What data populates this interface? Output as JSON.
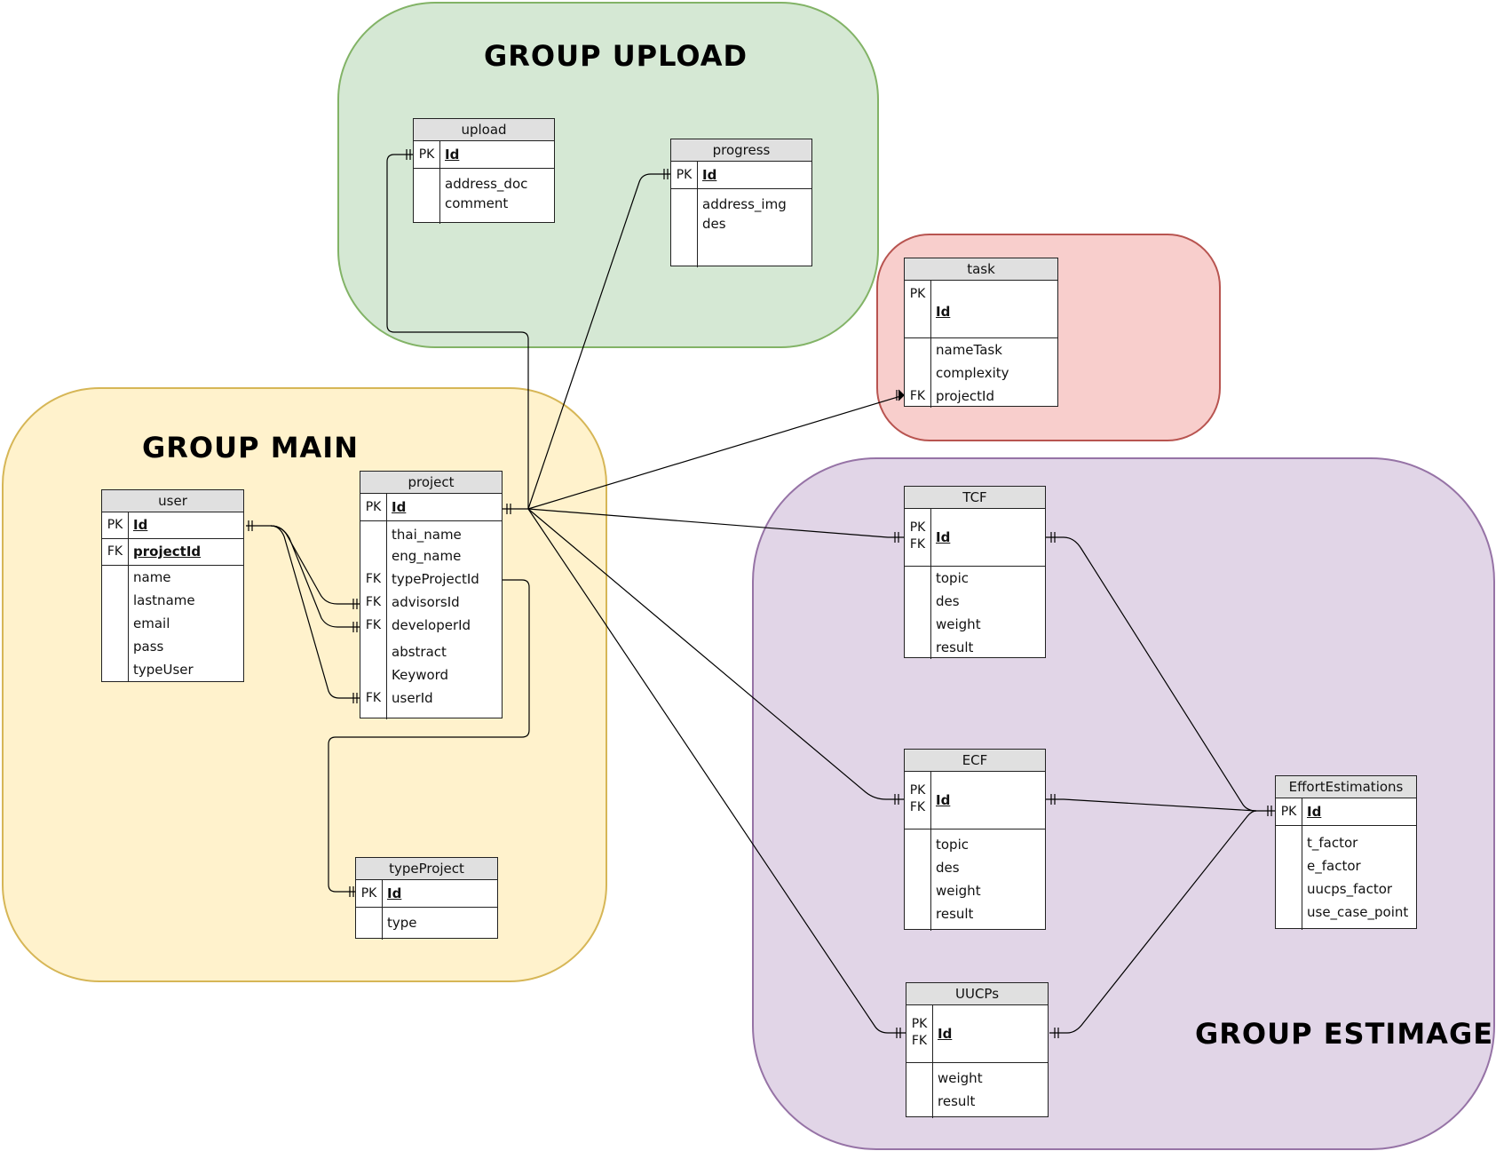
{
  "groups": {
    "upload": {
      "title": "GROUP UPLOAD",
      "fill": "#d5e8d4",
      "stroke": "#82b366"
    },
    "main": {
      "title": "GROUP MAIN",
      "fill": "#fff2cc",
      "stroke": "#d6b656"
    },
    "task": {
      "title": "",
      "fill": "#f8cecc",
      "stroke": "#b85450"
    },
    "estimage": {
      "title": "GROUP ESTIMAGE",
      "fill": "#e1d5e7",
      "stroke": "#9673a6"
    }
  },
  "tables": {
    "upload": {
      "name": "upload",
      "pk": "PK",
      "id": "Id",
      "fields": [
        "address_doc",
        "comment"
      ]
    },
    "progress": {
      "name": "progress",
      "pk": "PK",
      "id": "Id",
      "fields": [
        "address_img",
        "des"
      ]
    },
    "task": {
      "name": "task",
      "pk": "PK",
      "id": "Id",
      "fields": [
        "nameTask",
        "complexity",
        "projectId"
      ],
      "fk": "FK"
    },
    "user": {
      "name": "user",
      "pk": "PK",
      "id": "Id",
      "fk": "FK",
      "fk_field": "projectId",
      "fields": [
        "name",
        "lastname",
        "email",
        "pass",
        "typeUser"
      ]
    },
    "project": {
      "name": "project",
      "pk": "PK",
      "id": "Id",
      "fk": "FK",
      "fields": [
        "thai_name",
        "eng_name",
        "typeProjectId",
        "advisorsId",
        "developerId",
        "abstract",
        "Keyword",
        "userId"
      ]
    },
    "typeProject": {
      "name": "typeProject",
      "pk": "PK",
      "id": "Id",
      "fields": [
        "type"
      ]
    },
    "tcf": {
      "name": "TCF",
      "pk": "PK",
      "fk": "FK",
      "id": "Id",
      "fields": [
        "topic",
        "des",
        "weight",
        "result"
      ]
    },
    "ecf": {
      "name": "ECF",
      "pk": "PK",
      "fk": "FK",
      "id": "Id",
      "fields": [
        "topic",
        "des",
        "weight",
        "result"
      ]
    },
    "uucps": {
      "name": "UUCPs",
      "pk": "PK",
      "fk": "FK",
      "id": "Id",
      "fields": [
        "weight",
        "result"
      ]
    },
    "effort": {
      "name": "EffortEstimations",
      "pk": "PK",
      "id": "Id",
      "fields": [
        "t_factor",
        "e_factor",
        "uucps_factor",
        "use_case_point"
      ]
    }
  }
}
